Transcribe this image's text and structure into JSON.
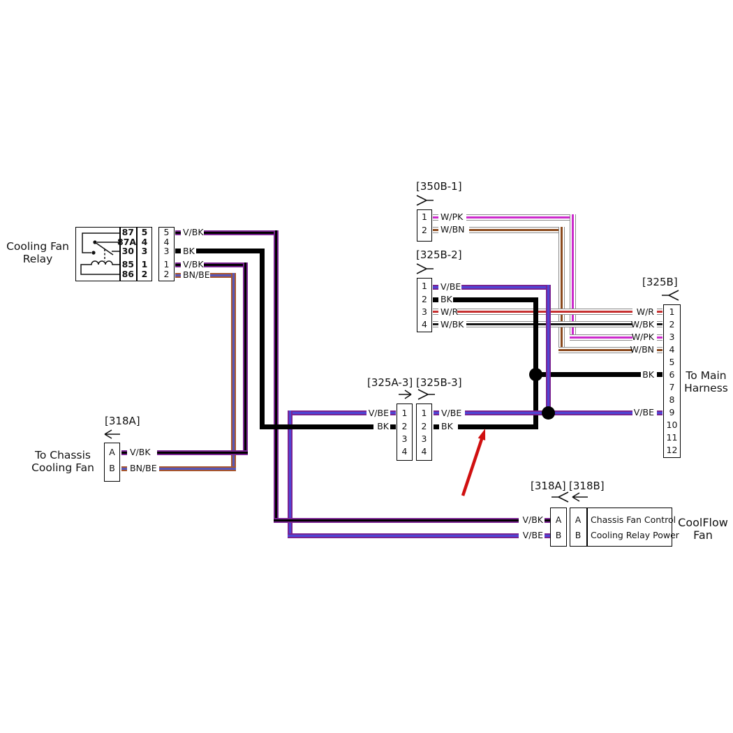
{
  "relay": {
    "title1": "Cooling Fan",
    "title2": "Relay",
    "rows": [
      {
        "terminal": "87",
        "pin": "5",
        "conn": "5",
        "wire": "V/BK"
      },
      {
        "terminal": "87A",
        "pin": "4",
        "conn": "4",
        "wire": ""
      },
      {
        "terminal": "30",
        "pin": "3",
        "conn": "3",
        "wire": "BK"
      },
      {
        "terminal": "85",
        "pin": "1",
        "conn": "1",
        "wire": "V/BK"
      },
      {
        "terminal": "86",
        "pin": "2",
        "conn": "2",
        "wire": "BN/BE"
      }
    ]
  },
  "c350b1": {
    "name": "[350B-1]",
    "pins": [
      {
        "n": "1",
        "wire": "W/PK"
      },
      {
        "n": "2",
        "wire": "W/BN"
      }
    ]
  },
  "c325b2": {
    "name": "[325B-2]",
    "pins": [
      {
        "n": "1",
        "wire": "V/BE"
      },
      {
        "n": "2",
        "wire": "BK"
      },
      {
        "n": "3",
        "wire": "W/R"
      },
      {
        "n": "4",
        "wire": "W/BK"
      }
    ]
  },
  "c325b": {
    "name": "[325B]",
    "nums": [
      "1",
      "2",
      "3",
      "4",
      "5",
      "6",
      "7",
      "8",
      "9",
      "10",
      "11",
      "12"
    ],
    "wires": {
      "p1": "W/R",
      "p2": "W/BK",
      "p3": "W/PK",
      "p4": "W/BN",
      "p6": "BK",
      "p9": "V/BE"
    },
    "harness1": "To Main",
    "harness2": "Harness"
  },
  "c325x3": {
    "name": "[325A-3] [325B-3]",
    "nums": [
      "1",
      "2",
      "3",
      "4"
    ],
    "left1": "V/BE",
    "left2": "BK",
    "right1": "V/BE",
    "right2": "BK"
  },
  "c318a": {
    "name": "[318A]",
    "dest1": "To Chassis",
    "dest2": "Cooling Fan",
    "pins": [
      {
        "n": "A",
        "wire": "V/BK"
      },
      {
        "n": "B",
        "wire": "BN/BE"
      }
    ]
  },
  "fan": {
    "name_a": "[318A]",
    "name_b": "[318B]",
    "title1": "CoolFlow",
    "title2": "Fan",
    "rows": [
      {
        "n": "A",
        "wire": "V/BK",
        "desc": "Chassis Fan Control"
      },
      {
        "n": "B",
        "wire": "V/BE",
        "desc": "Cooling Relay Power"
      }
    ]
  },
  "colors": {
    "wire_purple": "#7A2391",
    "wire_blue": "#4E46D4",
    "wire_black": "#000000",
    "wire_brown_orange": "#A6552F",
    "wire_slate_blue": "#5757B8",
    "stripe_red": "#C62F2F",
    "stripe_magenta": "#CC2BCC",
    "stripe_brown": "#8B4A1E",
    "stripe_gray": "#8a8a8a",
    "annotation_arrow_red": "#D01010"
  }
}
